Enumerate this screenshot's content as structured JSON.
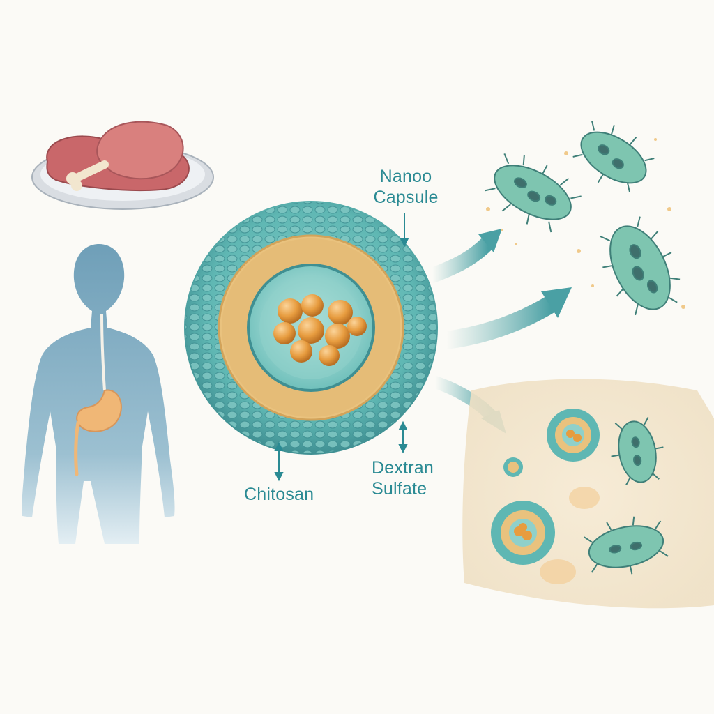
{
  "labels": {
    "nanocapsule": {
      "line1": "Nanoo",
      "line2": "Capsule"
    },
    "chitosan": "Chitosan",
    "dextran": {
      "line1": "Dextran",
      "line2": "Sulfate"
    }
  },
  "colors": {
    "shell_teal": "#5fb7b3",
    "core_orange": "#e79c3f",
    "layer_gold": "#e9c27e",
    "body_blue": "#7fa9bf",
    "stomach": "#f0b776",
    "meat": "#c9676a",
    "bacteria": "#7ec5b0",
    "label_teal": "#2a8a93"
  }
}
